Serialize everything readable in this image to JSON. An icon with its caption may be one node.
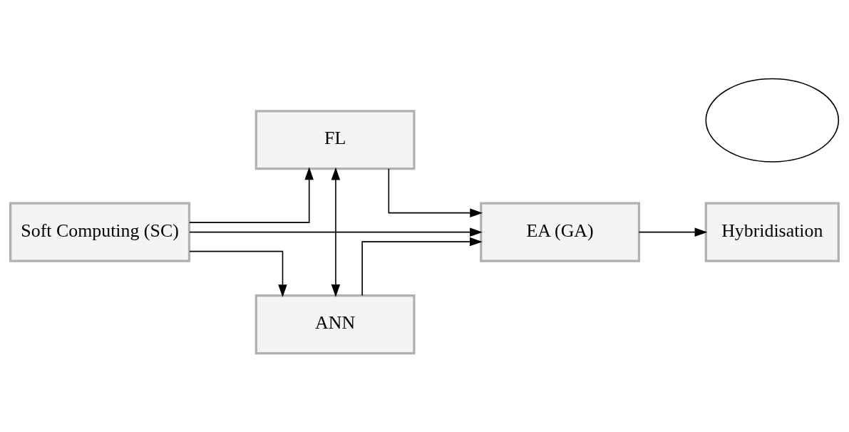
{
  "diagram": {
    "nodes": [
      {
        "text": [
          "Soft Computing (SC)"
        ]
      },
      {
        "text": [
          "FL"
        ]
      },
      {
        "text": [
          "EA (GA)"
        ]
      },
      {
        "text": [
          "ANN"
        ]
      },
      {
        "text": [
          "Hybridisation"
        ]
      },
      {
        "text": [],
        "shape": "ellipse"
      }
    ],
    "edges": [
      {
        "from": 0,
        "to": 1,
        "arrow": "to"
      },
      {
        "from": 0,
        "to": 3,
        "arrow": "to"
      },
      {
        "from": 0,
        "to": 2,
        "arrow": "to"
      },
      {
        "from": 1,
        "to": 3,
        "arrow": "both"
      },
      {
        "from": 1,
        "to": 2,
        "arrow": "to"
      },
      {
        "from": 3,
        "to": 2,
        "arrow": "to"
      },
      {
        "from": 2,
        "to": 4,
        "arrow": "to"
      }
    ]
  }
}
